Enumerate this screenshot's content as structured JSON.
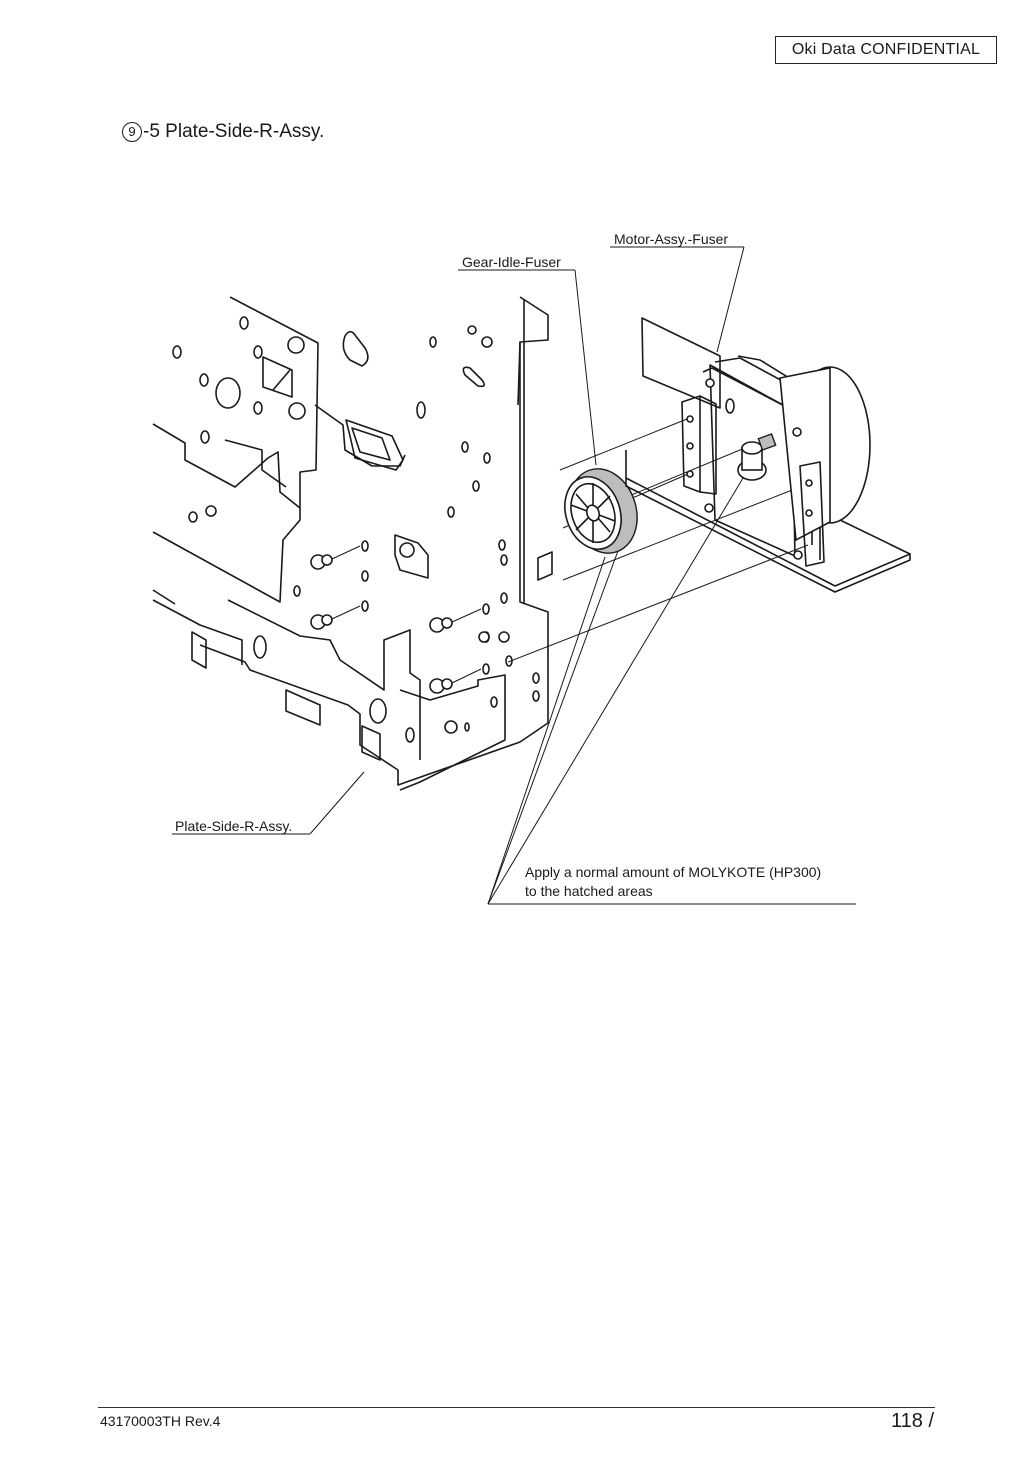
{
  "header": {
    "confidential": "Oki Data CONFIDENTIAL"
  },
  "section": {
    "number": "9",
    "title": "-5 Plate-Side-R-Assy."
  },
  "labels": {
    "motor": "Motor-Assy.-Fuser",
    "gear": "Gear-Idle-Fuser",
    "plate": "Plate-Side-R-Assy."
  },
  "note": {
    "line1": "Apply a normal amount of MOLYKOTE (HP300)",
    "line2": "to the hatched areas"
  },
  "footer": {
    "doc_id": "43170003TH  Rev.4",
    "page": "118 /"
  }
}
